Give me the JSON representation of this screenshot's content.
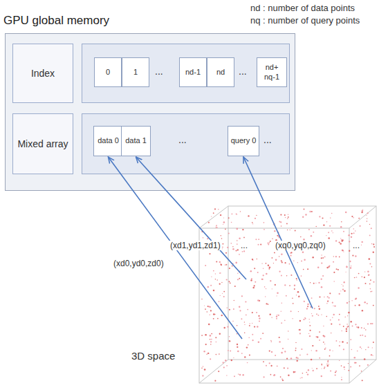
{
  "diagram": {
    "nodes": [
      {
        "text": [
          "GPU global memory"
        ]
      },
      {
        "text": [
          "Index"
        ],
        "in": 0
      },
      {
        "text": [
          "0"
        ],
        "in": 0
      },
      {
        "text": [
          "1"
        ],
        "in": 0
      },
      {
        "text": [
          "nd-1"
        ],
        "in": 0
      },
      {
        "text": [
          "nd"
        ],
        "in": 0
      },
      {
        "text": [
          "nd+ nq-1"
        ],
        "in": 0
      },
      {
        "text": [
          "Mixed array"
        ],
        "in": 0
      },
      {
        "text": [
          "data 0"
        ],
        "in": 0
      },
      {
        "text": [
          "data 1"
        ],
        "in": 0
      },
      {
        "text": [
          "query 0"
        ],
        "in": 0
      }
    ],
    "edges": [],
    "labels": [
      "nd : number of data points",
      "nq : number of query points",
      "...",
      "...",
      "...",
      "...",
      "(xd0,yd0,zd0)",
      "(xd1,yd1,zd1)",
      "...",
      "(xq0,yq0,zq0)",
      "...",
      "3D space"
    ]
  }
}
